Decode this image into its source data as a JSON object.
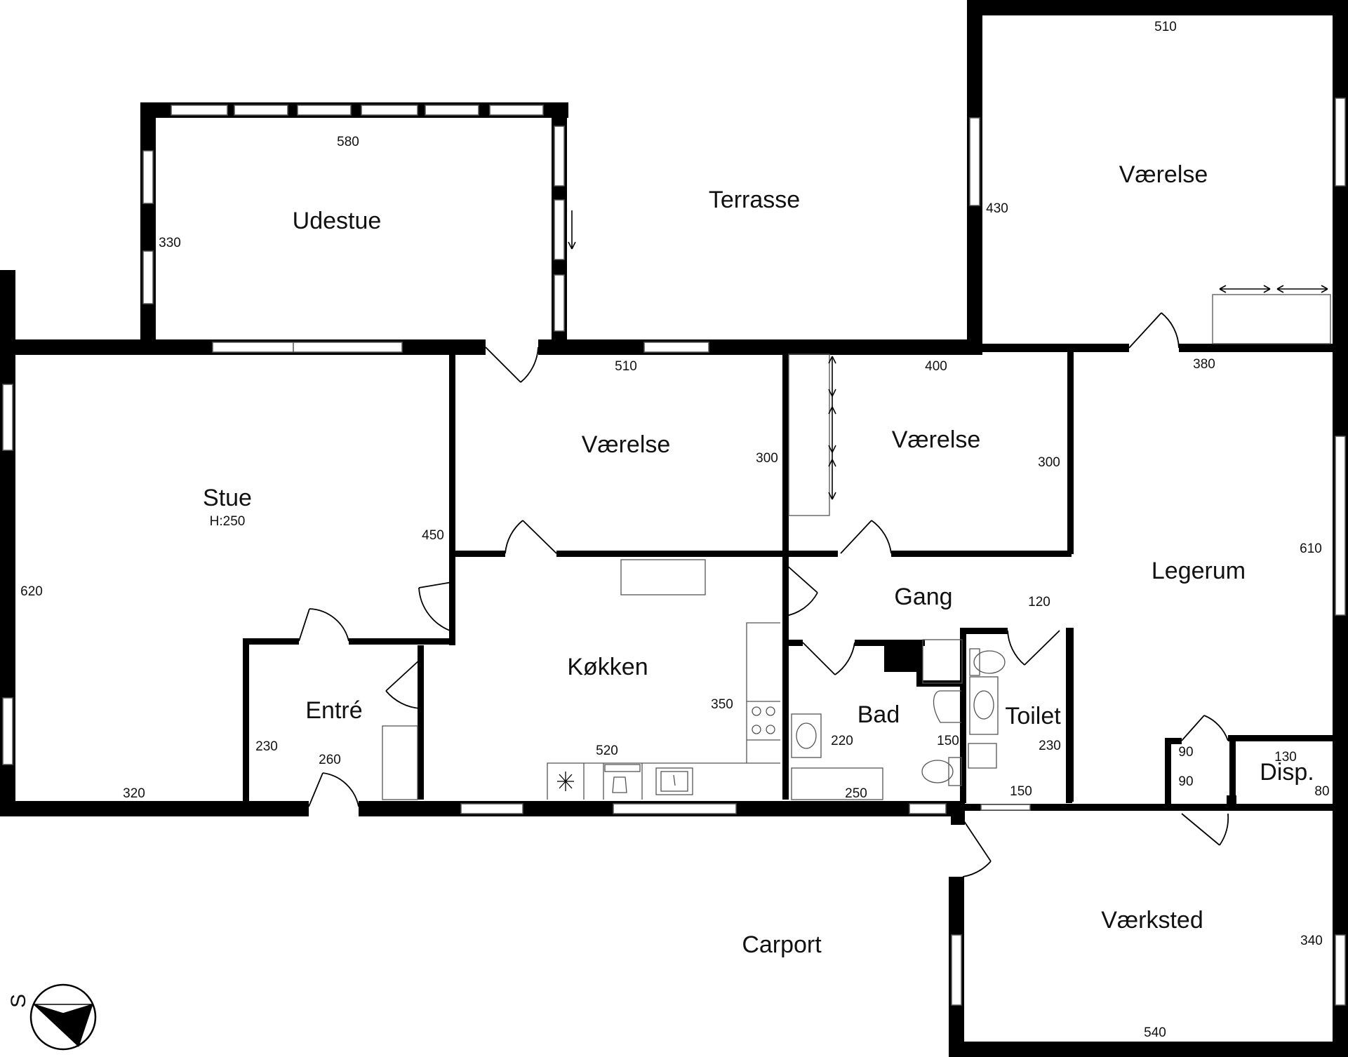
{
  "rooms": {
    "udestue": "Udestue",
    "terrasse": "Terrasse",
    "vaerelse_ne": "Værelse",
    "vaerelse_mid": "Værelse",
    "vaerelse_right": "Værelse",
    "stue": "Stue",
    "stue_height": "H:250",
    "legerum": "Legerum",
    "gang": "Gang",
    "koekken": "Køkken",
    "entre": "Entré",
    "bad": "Bad",
    "toilet": "Toilet",
    "disp": "Disp.",
    "vaerksted": "Værksted",
    "carport": "Carport"
  },
  "dimensions": {
    "udestue_w": "580",
    "udestue_h": "330",
    "vaerelse_ne_w": "510",
    "vaerelse_ne_h": "430",
    "legerum_top": "380",
    "vaerelse_mid_w": "510",
    "vaerelse_mid_h": "300",
    "vaerelse_right_w": "400",
    "vaerelse_right_h": "300",
    "stue_h": "620",
    "stue_inner": "450",
    "stue_w": "320",
    "legerum_h": "610",
    "gang_w": "120",
    "koekken_h": "350",
    "koekken_w": "520",
    "entre_h": "230",
    "entre_w": "260",
    "bad_h": "220",
    "bad_w": "250",
    "bad_inner": "150",
    "toilet_h": "230",
    "toilet_w": "150",
    "disp_a": "90",
    "disp_b": "90",
    "disp_w": "130",
    "disp_h": "80",
    "vaerksted_h": "340",
    "vaerksted_w": "540"
  },
  "compass": {
    "label": "S",
    "icon": "compass-icon"
  },
  "colors": {
    "wall": "#000000",
    "window": "#ffffff",
    "line": "#555555",
    "background": "#ffffff"
  }
}
